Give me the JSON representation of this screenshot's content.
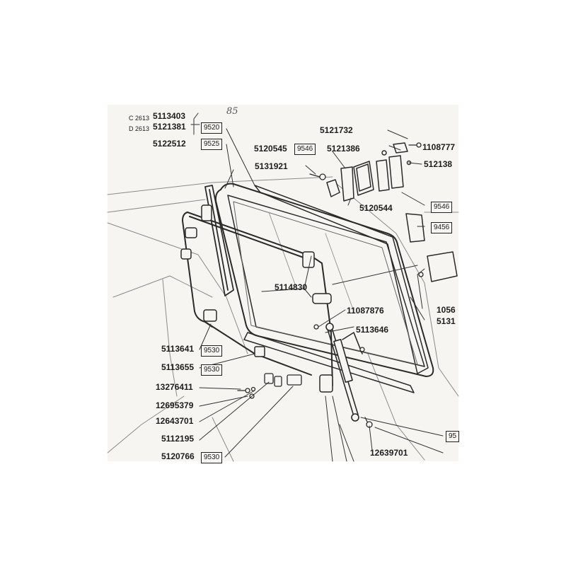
{
  "diagram": {
    "handwritten_note": "85",
    "part_labels": [
      {
        "id": "c2613-prefix",
        "text": "C 2613"
      },
      {
        "id": "d2613-prefix",
        "text": "D 2613"
      },
      {
        "id": "p5113403",
        "text": "5113403"
      },
      {
        "id": "p5121381",
        "text": "5121381"
      },
      {
        "id": "p5122512",
        "text": "5122512"
      },
      {
        "id": "p5121732",
        "text": "5121732"
      },
      {
        "id": "p5120545",
        "text": "5120545"
      },
      {
        "id": "p5121386",
        "text": "5121386"
      },
      {
        "id": "p1108777",
        "text": "1108777"
      },
      {
        "id": "p5121382",
        "text": "512138"
      },
      {
        "id": "p5131921",
        "text": "5131921"
      },
      {
        "id": "p5120544",
        "text": "5120544"
      },
      {
        "id": "p5114830",
        "text": "5114830"
      },
      {
        "id": "p11087876",
        "text": "11087876"
      },
      {
        "id": "p5113646",
        "text": "5113646"
      },
      {
        "id": "p1056",
        "text": "1056"
      },
      {
        "id": "p5131",
        "text": "5131"
      },
      {
        "id": "p5113641",
        "text": "5113641"
      },
      {
        "id": "p5113655",
        "text": "5113655"
      },
      {
        "id": "p13276411",
        "text": "13276411"
      },
      {
        "id": "p12695379",
        "text": "12695379"
      },
      {
        "id": "p12643701",
        "text": "12643701"
      },
      {
        "id": "p5112195",
        "text": "5112195"
      },
      {
        "id": "p5120766",
        "text": "5120766"
      },
      {
        "id": "p12639701",
        "text": "12639701"
      }
    ],
    "ref_boxes": [
      {
        "id": "r9520",
        "text": "9520"
      },
      {
        "id": "r9525",
        "text": "9525"
      },
      {
        "id": "r9546a",
        "text": "9546"
      },
      {
        "id": "r9546b",
        "text": "9546"
      },
      {
        "id": "r9456",
        "text": "9456"
      },
      {
        "id": "r9530a",
        "text": "9530"
      },
      {
        "id": "r9530b",
        "text": "9530"
      },
      {
        "id": "r9530c",
        "text": "9530"
      },
      {
        "id": "r95",
        "text": "95"
      }
    ]
  }
}
